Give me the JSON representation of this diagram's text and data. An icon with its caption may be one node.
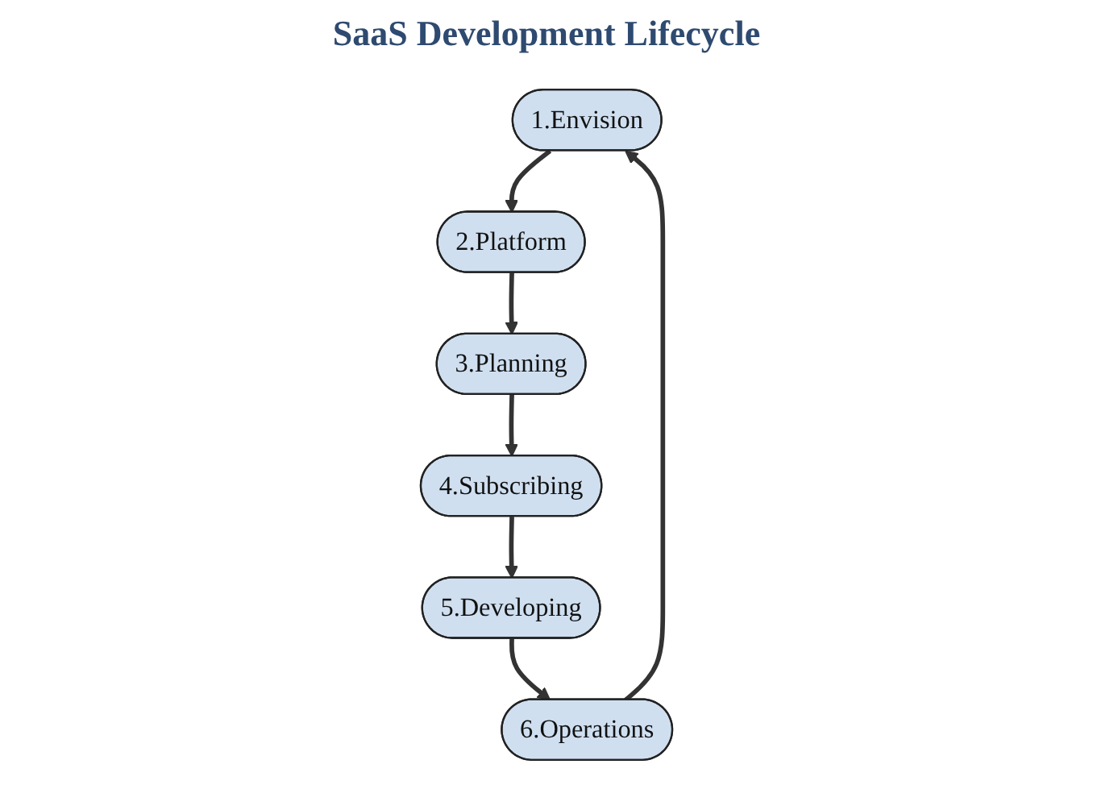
{
  "diagram": {
    "title": "SaaS Development Lifecycle",
    "nodes": [
      {
        "text": [
          "1.Envision"
        ]
      },
      {
        "text": [
          "2.Platform"
        ]
      },
      {
        "text": [
          "3.Planning"
        ]
      },
      {
        "text": [
          "4.Subscribing"
        ]
      },
      {
        "text": [
          "5.Developing"
        ]
      },
      {
        "text": [
          "6.Operations"
        ]
      }
    ],
    "edges": [
      {
        "from": 0,
        "to": 1,
        "arrow": "to"
      },
      {
        "from": 1,
        "to": 2,
        "arrow": "to"
      },
      {
        "from": 2,
        "to": 3,
        "arrow": "to"
      },
      {
        "from": 3,
        "to": 4,
        "arrow": "to"
      },
      {
        "from": 4,
        "to": 5,
        "arrow": "to"
      },
      {
        "from": 5,
        "to": 0,
        "arrow": "to"
      }
    ]
  }
}
